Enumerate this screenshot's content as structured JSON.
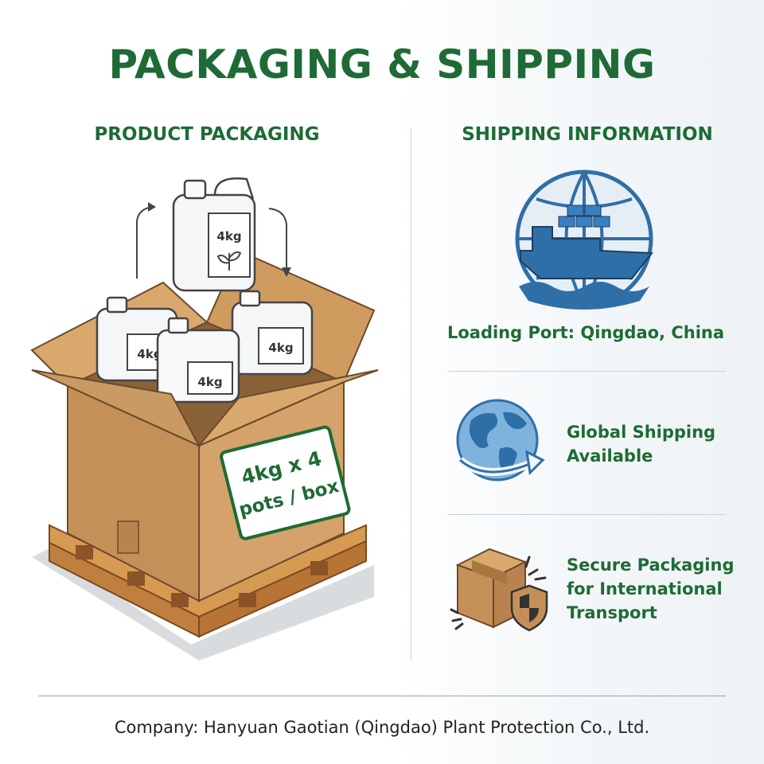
{
  "header": {
    "title": "PACKAGING & SHIPPING"
  },
  "left": {
    "heading": "PRODUCT PACKAGING",
    "jug_label": "4kg",
    "box_label_line1": "4kg x 4",
    "box_label_line2": "pots / box"
  },
  "right": {
    "heading": "SHIPPING INFORMATION",
    "loading_port": "Loading Port: Qingdao, China",
    "global_line1": "Global Shipping",
    "global_line2": "Available",
    "secure_line1": "Secure Packaging",
    "secure_line2": "for International",
    "secure_line3": "Transport"
  },
  "footer": {
    "company": "Company: Hanyuan Gaotian (Qingdao) Plant Protection Co., Ltd."
  },
  "colors": {
    "brand_green": "#1e6b35",
    "ocean_blue": "#2f6fa8",
    "cardboard": "#c99a63"
  },
  "icons": [
    "cargo-ship-globe-icon",
    "globe-arrow-icon",
    "box-shield-icon"
  ]
}
